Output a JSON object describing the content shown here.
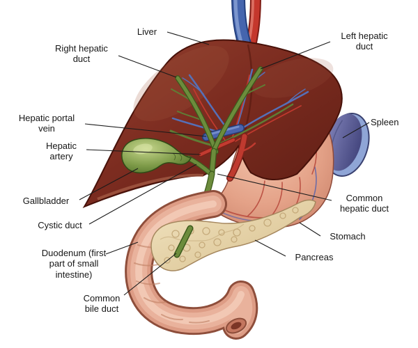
{
  "diagram": {
    "type": "anatomical-illustration",
    "subject": "Liver, biliary ducts, gallbladder, stomach, pancreas, spleen and duodenum"
  },
  "labels": [
    {
      "id": "liver",
      "text": "Liver"
    },
    {
      "id": "right-hepatic-duct",
      "text": "Right hepatic duct"
    },
    {
      "id": "left-hepatic-duct",
      "text": "Left hepatic duct"
    },
    {
      "id": "hepatic-portal-vein",
      "text": "Hepatic portal vein"
    },
    {
      "id": "hepatic-artery",
      "text": "Hepatic artery"
    },
    {
      "id": "gallbladder",
      "text": "Gallbladder"
    },
    {
      "id": "cystic-duct",
      "text": "Cystic duct"
    },
    {
      "id": "duodenum",
      "text": "Duodenum (first part of small intestine)"
    },
    {
      "id": "common-bile-duct",
      "text": "Common bile duct"
    },
    {
      "id": "spleen",
      "text": "Spleen"
    },
    {
      "id": "common-hepatic-duct",
      "text": "Common hepatic duct"
    },
    {
      "id": "stomach",
      "text": "Stomach"
    },
    {
      "id": "pancreas",
      "text": "Pancreas"
    }
  ],
  "colors": {
    "liver": "#7c2c20",
    "stomach": "#e4a288",
    "pancreas": "#e5d2a6",
    "spleen": "#5c5f9e",
    "gallbladder": "#7e9b49",
    "bile_duct_green": "#6c8c3c",
    "artery_red": "#c23b30",
    "vein_blue": "#4565ae",
    "leader_line": "#1a1a1a",
    "background": "#ffffff"
  }
}
